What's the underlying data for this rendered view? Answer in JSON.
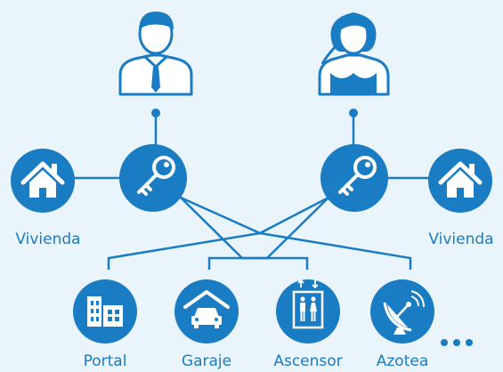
{
  "colors": {
    "accent": "#1a7dc4",
    "background": "#e9f4fb",
    "icon": "#ffffff"
  },
  "users": [
    {
      "role": "man",
      "icon": "man-user-icon"
    },
    {
      "role": "woman",
      "icon": "woman-user-icon"
    }
  ],
  "keys": [
    {
      "icon": "key-icon"
    },
    {
      "icon": "key-icon"
    }
  ],
  "homes": [
    {
      "label": "Vivienda",
      "icon": "house-icon"
    },
    {
      "label": "Vivienda",
      "icon": "house-icon"
    }
  ],
  "areas": [
    {
      "label": "Portal",
      "icon": "building-icon"
    },
    {
      "label": "Garaje",
      "icon": "garage-car-icon"
    },
    {
      "label": "Ascensor",
      "icon": "elevator-icon"
    },
    {
      "label": "Azotea",
      "icon": "satellite-dish-icon"
    }
  ],
  "more_indicator": "ellipsis-icon"
}
